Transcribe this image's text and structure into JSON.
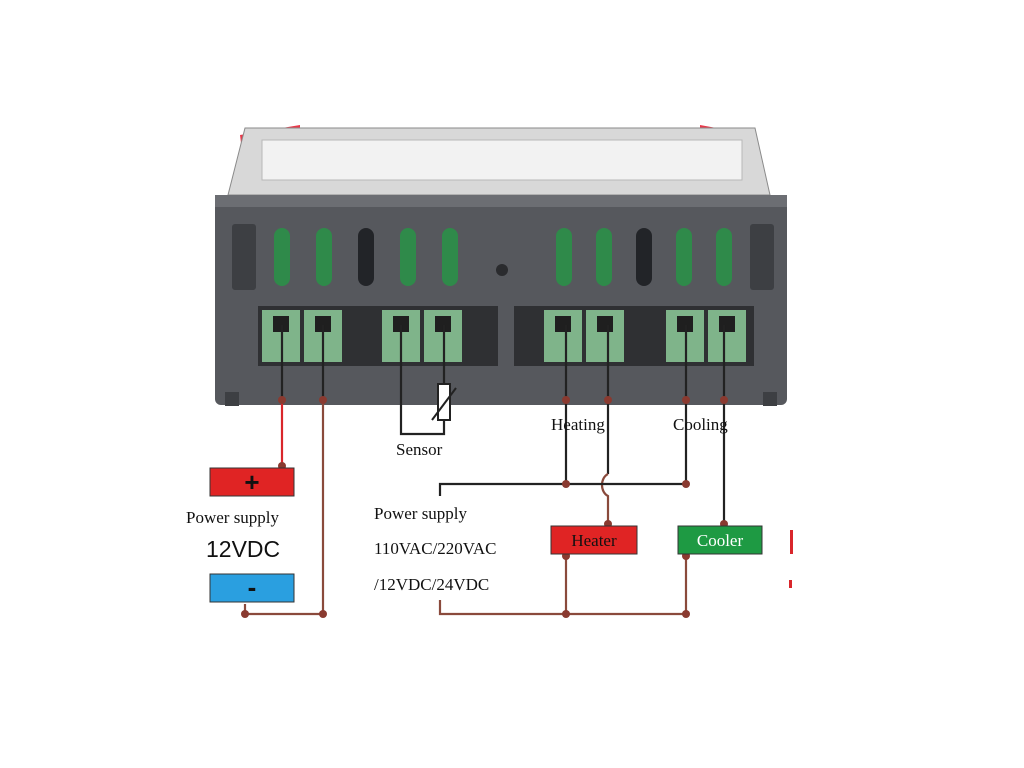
{
  "labels": {
    "sensor": "Sensor",
    "heating": "Heating",
    "cooling": "Cooling",
    "dc_power_supply": "Power supply",
    "dc_voltage": "12VDC",
    "dc_plus_sign": "+",
    "dc_minus_sign": "-",
    "ac_power_supply": "Power supply",
    "ac_voltage_line1": "110VAC/220VAC",
    "ac_voltage_line2": "/12VDC/24VDC",
    "heater_box": "Heater",
    "cooler_box": "Cooler"
  },
  "colors": {
    "housing": "#56585d",
    "housing_dark": "#3d3f43",
    "bezel_red": "#e8394a",
    "terminal_green": "#7fb48a",
    "slot_green": "#2f8a4a",
    "wire_dark": "#222222",
    "wire_red": "#d9262b",
    "wire_brown": "#8a4a3c",
    "plus_box": "#e02424",
    "minus_box": "#2a9fe0",
    "heater_box": "#e02424",
    "cooler_box": "#1e9a43"
  },
  "icons": {
    "sensor": "thermistor-icon"
  }
}
